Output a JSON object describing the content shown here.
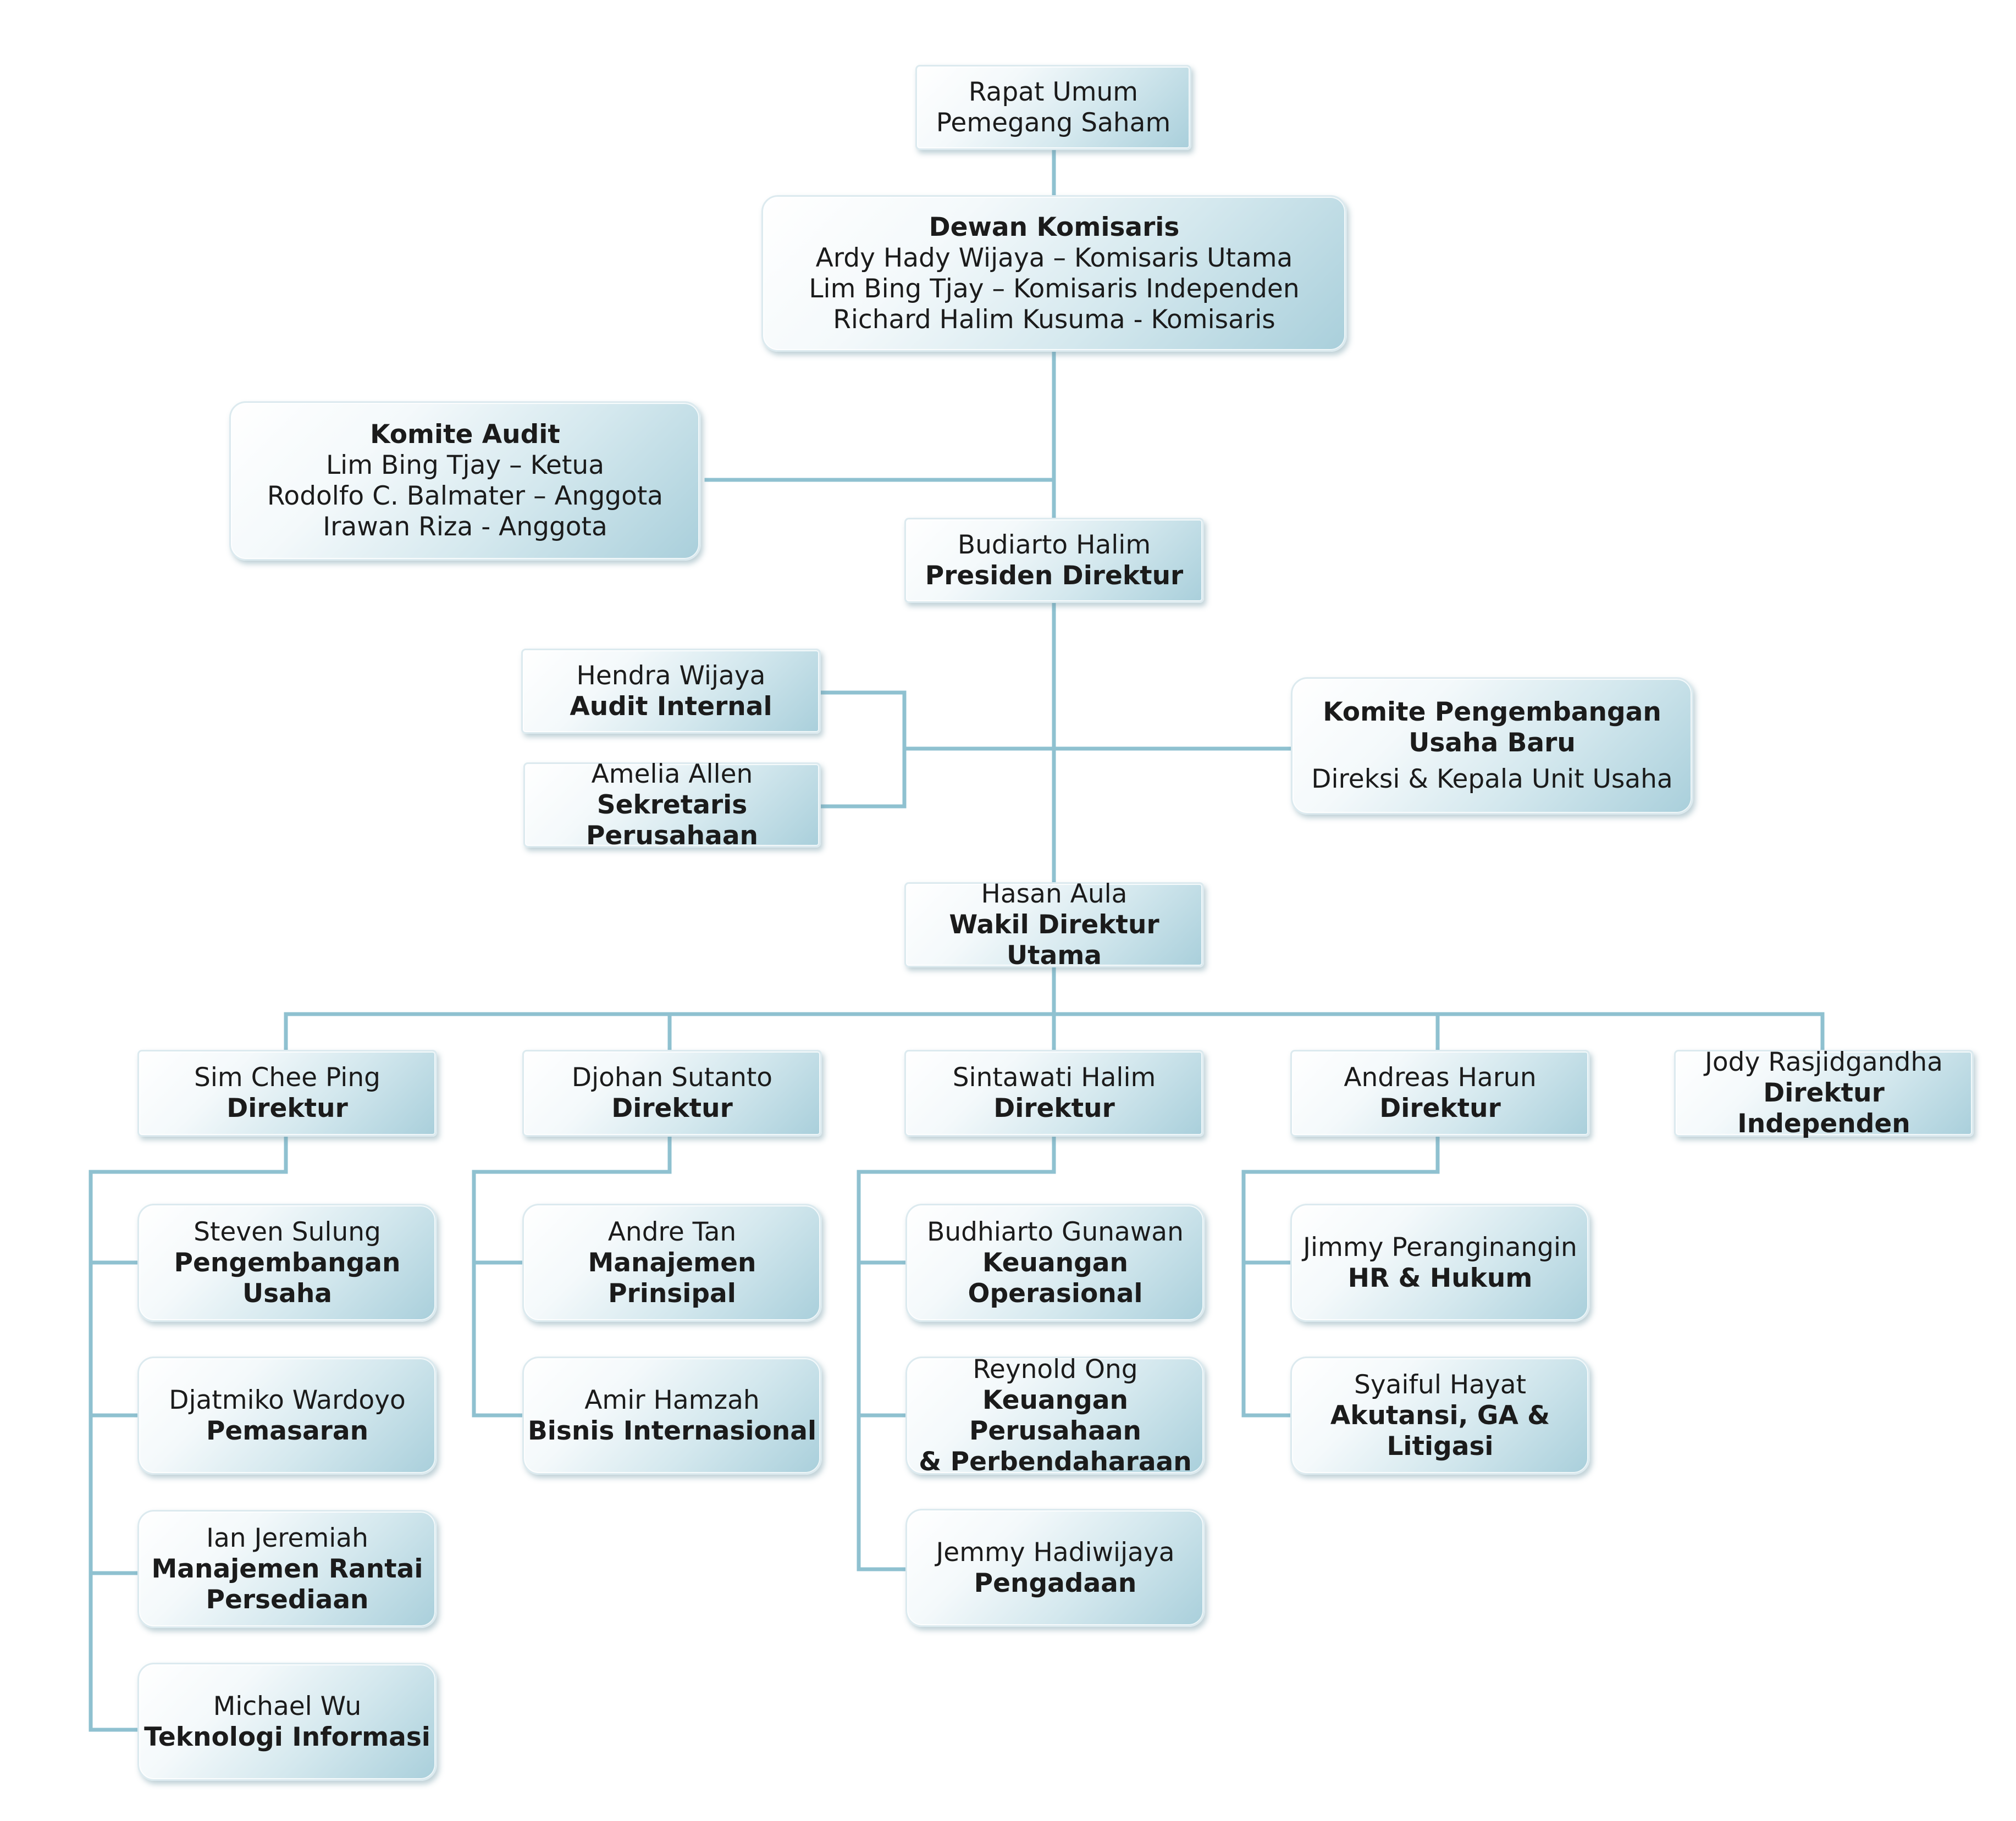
{
  "colors": {
    "connector": "#8fc1d0",
    "box_light": "#ffffff",
    "box_dark": "#a9cfdb"
  },
  "shareholders": {
    "line1": "Rapat Umum",
    "line2": "Pemegang Saham"
  },
  "board": {
    "title": "Dewan Komisaris",
    "members": [
      "Ardy Hady Wijaya – Komisaris Utama",
      "Lim Bing Tjay – Komisaris Independen",
      "Richard Halim Kusuma - Komisaris"
    ]
  },
  "audit_committee": {
    "title": "Komite Audit",
    "members": [
      "Lim Bing Tjay – Ketua",
      "Rodolfo C. Balmater – Anggota",
      "Irawan Riza - Anggota"
    ]
  },
  "president": {
    "name": "Budiarto Halim",
    "role": "Presiden Direktur"
  },
  "internal_audit": {
    "name": "Hendra Wijaya",
    "role": "Audit Internal"
  },
  "secretary": {
    "name": "Amelia Allen",
    "role": "Sekretaris Perusahaan"
  },
  "business_committee": {
    "title_line1": "Komite Pengembangan",
    "title_line2": "Usaha Baru",
    "members": "Direksi & Kepala Unit Usaha"
  },
  "vice_president": {
    "name": "Hasan Aula",
    "role": "Wakil Direktur Utama"
  },
  "directors": [
    {
      "name": "Sim Chee Ping",
      "role": "Direktur",
      "units": [
        {
          "name": "Steven Sulung",
          "role": [
            "Pengembangan Usaha"
          ]
        },
        {
          "name": "Djatmiko Wardoyo",
          "role": [
            "Pemasaran"
          ]
        },
        {
          "name": "Ian Jeremiah",
          "role": [
            "Manajemen Rantai",
            "Persediaan"
          ]
        },
        {
          "name": "Michael Wu",
          "role": [
            "Teknologi Informasi"
          ]
        }
      ]
    },
    {
      "name": "Djohan Sutanto",
      "role": "Direktur",
      "units": [
        {
          "name": "Andre Tan",
          "role": [
            "Manajemen",
            "Prinsipal"
          ]
        },
        {
          "name": "Amir Hamzah",
          "role": [
            "Bisnis Internasional"
          ]
        }
      ]
    },
    {
      "name": "Sintawati Halim",
      "role": "Direktur",
      "units": [
        {
          "name": "Budhiarto Gunawan",
          "role": [
            "Keuangan Operasional"
          ]
        },
        {
          "name": "Reynold Ong",
          "role": [
            "Keuangan Perusahaan",
            "& Perbendaharaan"
          ]
        },
        {
          "name": "Jemmy Hadiwijaya",
          "role": [
            "Pengadaan"
          ]
        }
      ]
    },
    {
      "name": "Andreas Harun",
      "role": "Direktur",
      "units": [
        {
          "name": "Jimmy Peranginangin",
          "role": [
            "HR & Hukum"
          ]
        },
        {
          "name": "Syaiful Hayat",
          "role": [
            "Akutansi, GA & Litigasi"
          ]
        }
      ]
    },
    {
      "name": "Jody Rasjidgandha",
      "role": "Direktur Independen",
      "units": []
    }
  ]
}
